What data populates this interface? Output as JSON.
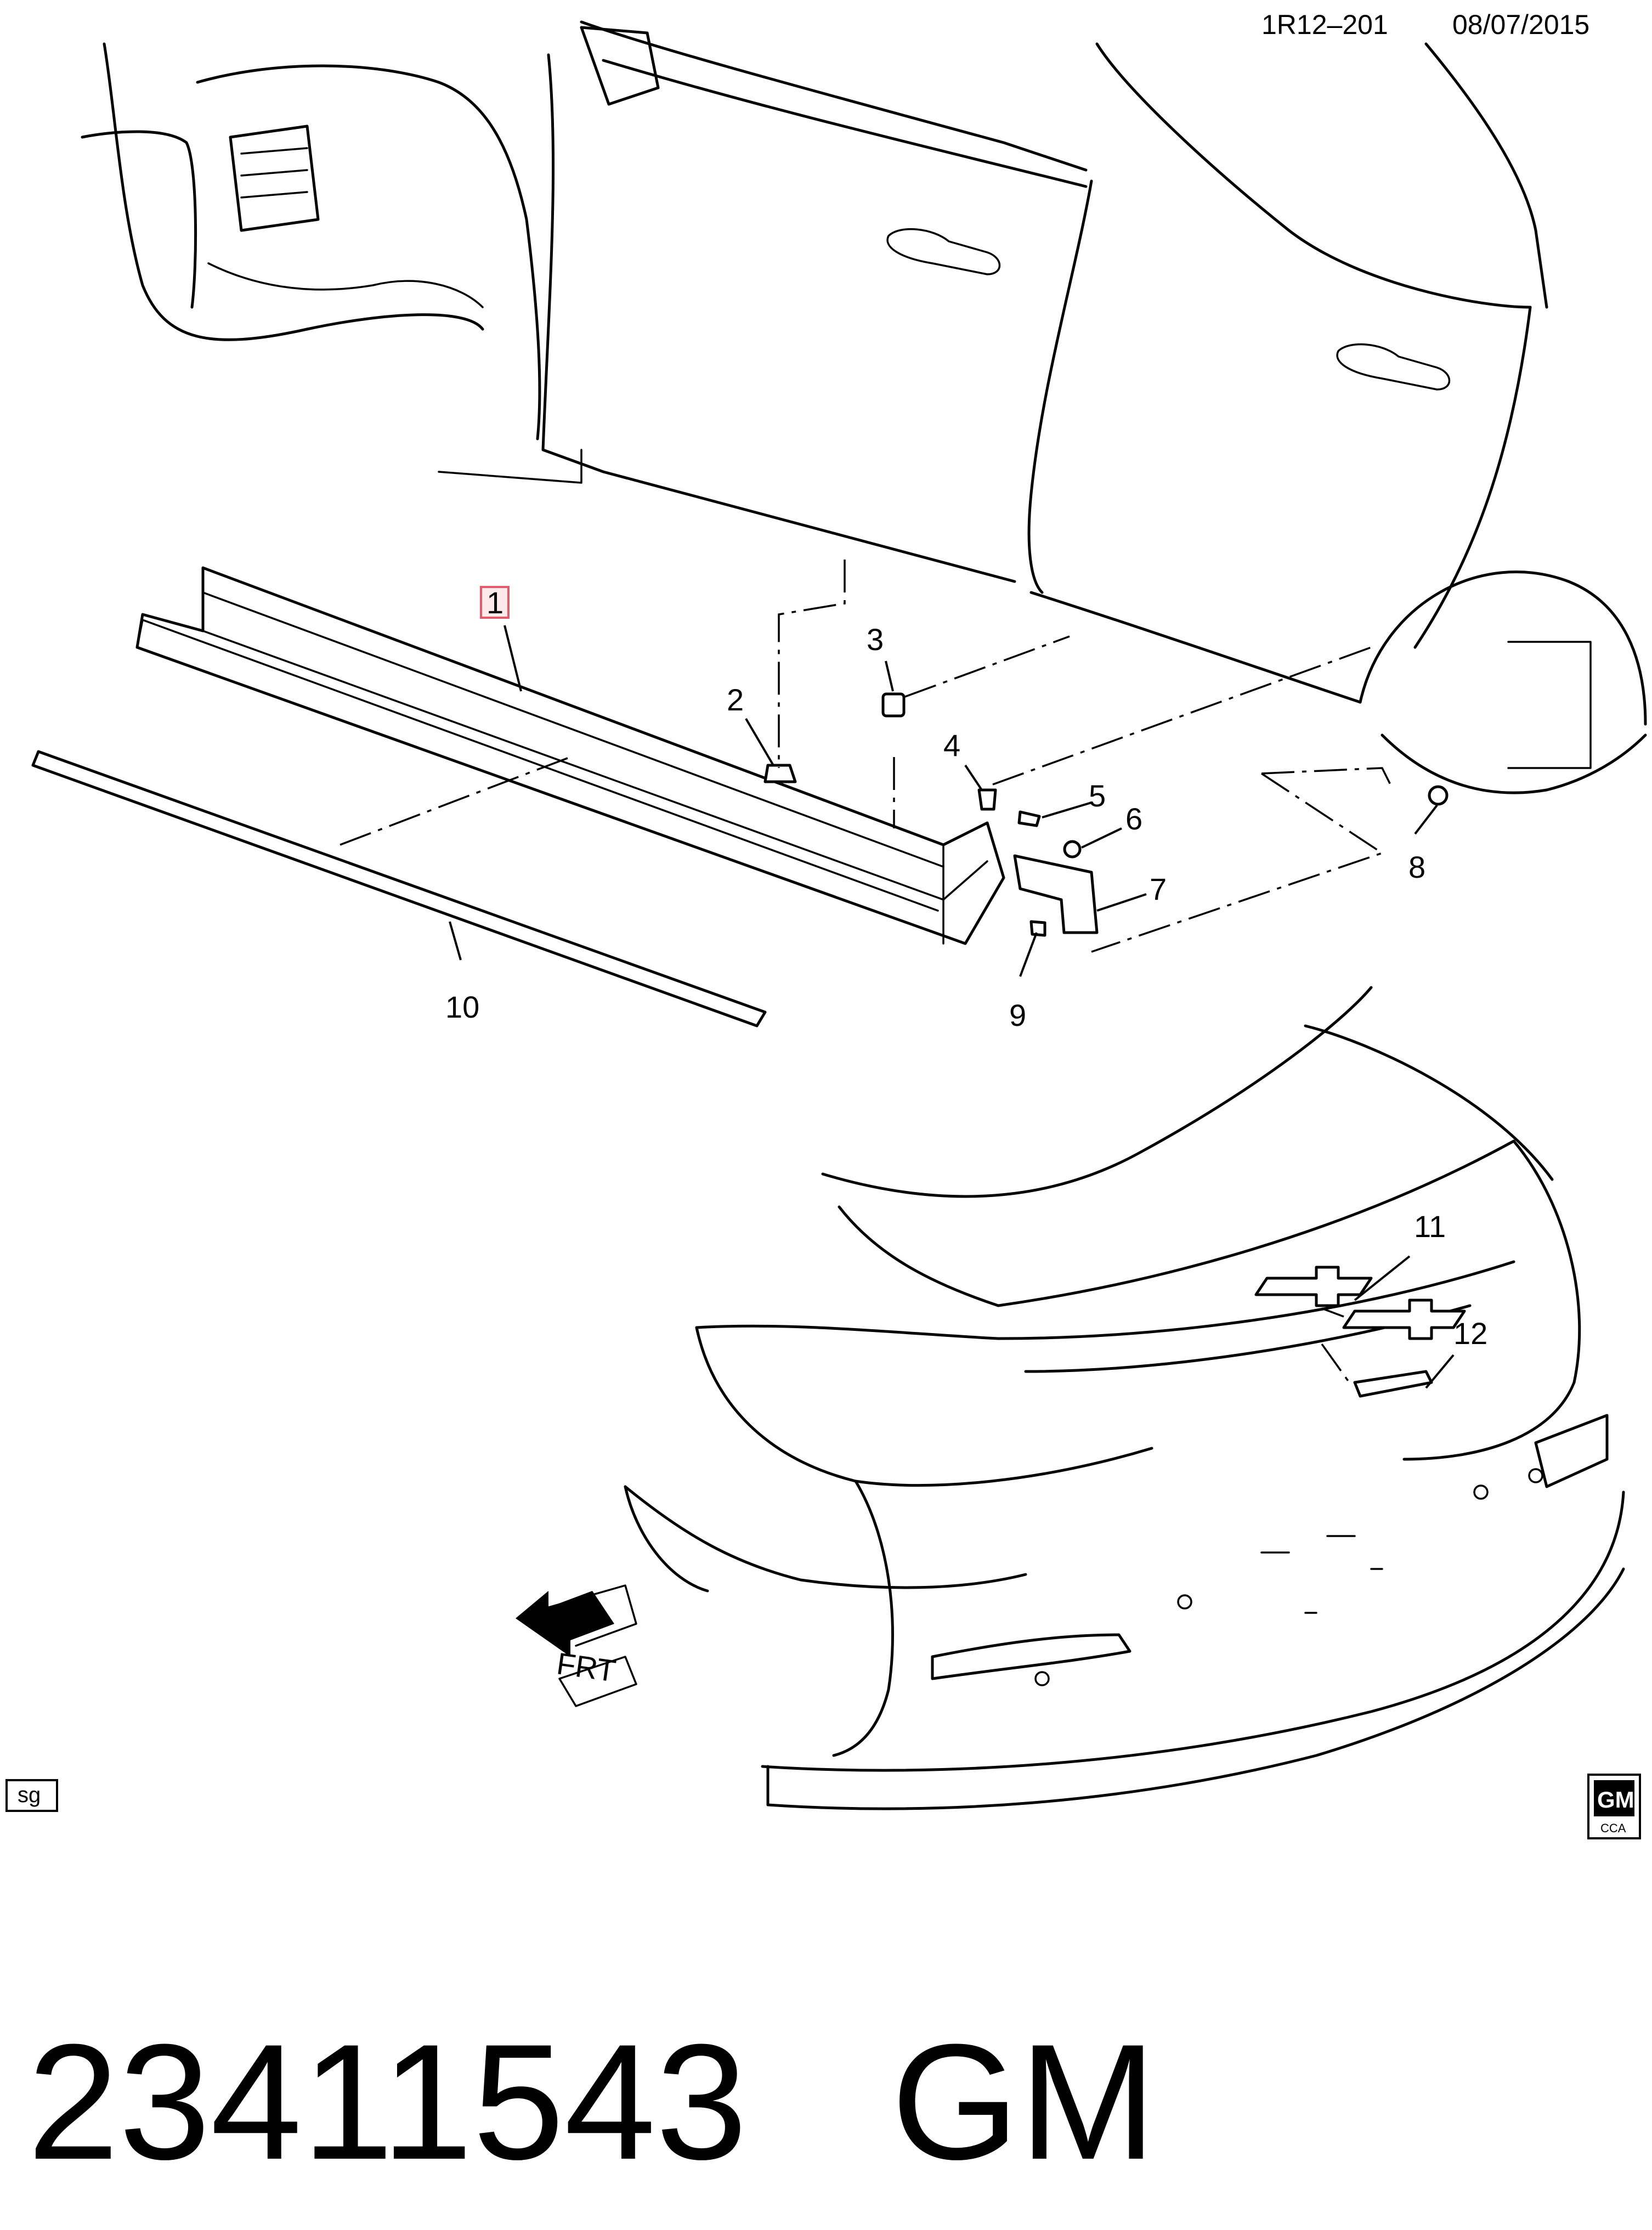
{
  "header": {
    "diagram_ref": "1R12–201",
    "date": "08/07/2015"
  },
  "callouts": {
    "c1": "1",
    "c2": "2",
    "c3": "3",
    "c4": "4",
    "c5": "5",
    "c6": "6",
    "c7": "7",
    "c8": "8",
    "c9": "9",
    "c10": "10",
    "c11": "11",
    "c12": "12"
  },
  "direction_arrow": {
    "label": "FRT"
  },
  "corner_tag": {
    "label": "sg"
  },
  "logo": {
    "brand": "GM",
    "sub": "CCA"
  },
  "footer": {
    "part_number": "23411543",
    "brand": "GM"
  },
  "colors": {
    "line": "#000000",
    "background": "#ffffff",
    "highlight_box": "#e35a6a"
  }
}
